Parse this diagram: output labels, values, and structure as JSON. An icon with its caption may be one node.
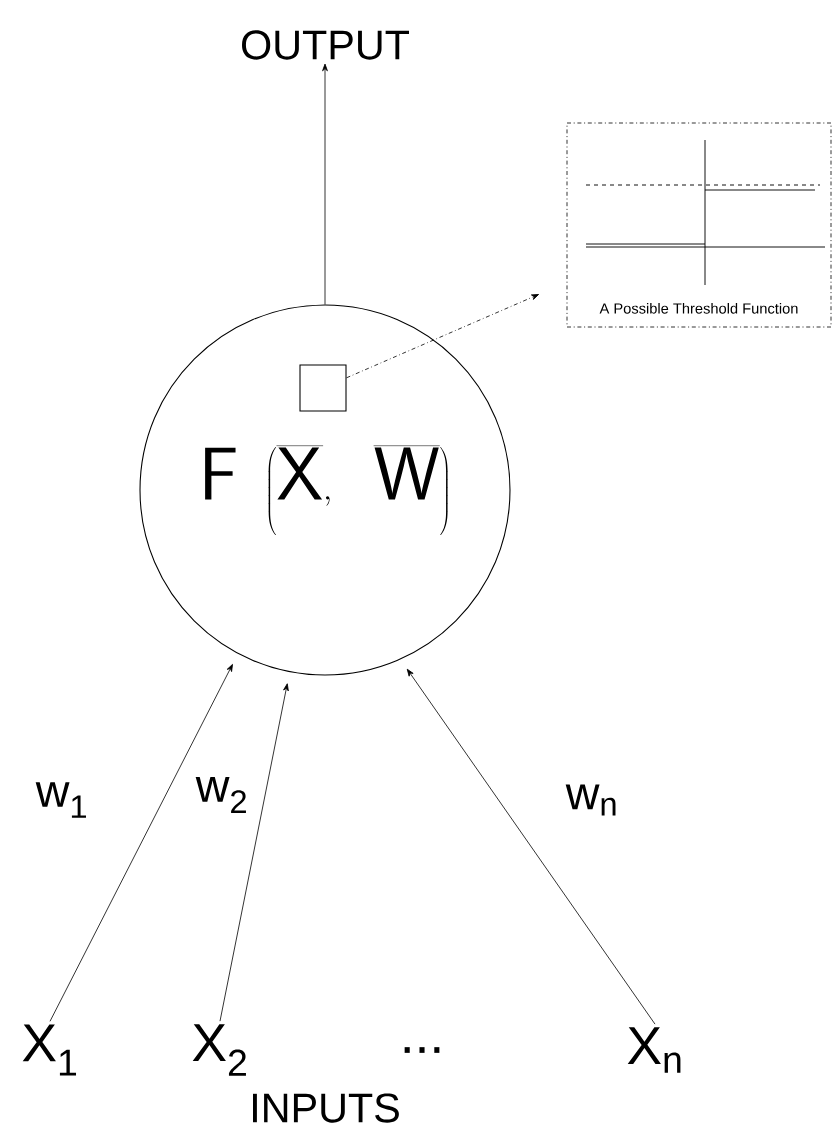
{
  "diagram": {
    "nodes": [
      {
        "text": [
          "\\mathsf{F}\\ \\left(\\overline{\\mathsf{X}}\\mathsf{,}\\ \\ \\overline{\\mathsf{W}}\\right)"
        ]
      },
      {
        "text": [],
        "shape": "box",
        "in": 0
      },
      {
        "text": [
          "A Possible Threshold Function"
        ]
      },
      {
        "text": [
          "OUTPUT"
        ]
      },
      {
        "text": [
          "X$_{1}$"
        ]
      },
      {
        "text": [
          "X$_{2}$"
        ]
      },
      {
        "text": [
          "X$_{n}$"
        ]
      }
    ],
    "edges": [
      {
        "from": 0,
        "to": 3,
        "arrow": "to"
      },
      {
        "from": 1,
        "to": 2,
        "arrow": "to",
        "style": "dashed"
      },
      {
        "from": 4,
        "to": 0,
        "arrow": "to",
        "label": "w$_{1}$"
      },
      {
        "from": 5,
        "to": 0,
        "arrow": "to",
        "label": "w$_{2}$"
      },
      {
        "from": 6,
        "to": 0,
        "arrow": "to",
        "label": "w$_{n}$"
      }
    ],
    "labels": [
      "...",
      "INPUTS"
    ]
  }
}
